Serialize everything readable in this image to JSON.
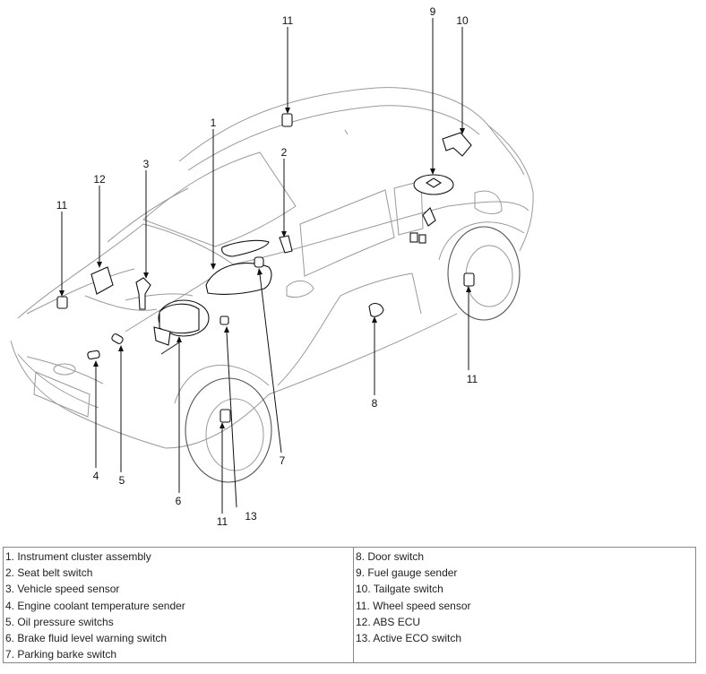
{
  "callouts": [
    "1",
    "2",
    "3",
    "4",
    "5",
    "6",
    "7",
    "8",
    "9",
    "10",
    "11",
    "12",
    "13"
  ],
  "legend": {
    "left": [
      "1. Instrument cluster assembly",
      "2. Seat belt switch",
      "3. Vehicle speed sensor",
      "4. Engine coolant temperature sender",
      "5. Oil pressure switchs",
      "6. Brake fluid level warning switch",
      "7. Parking barke switch"
    ],
    "right": [
      "8. Door switch",
      "9. Fuel gauge sender",
      "10. Tailgate switch",
      "11. Wheel speed sensor",
      "12. ABS ECU",
      "13. Active ECO switch"
    ]
  }
}
